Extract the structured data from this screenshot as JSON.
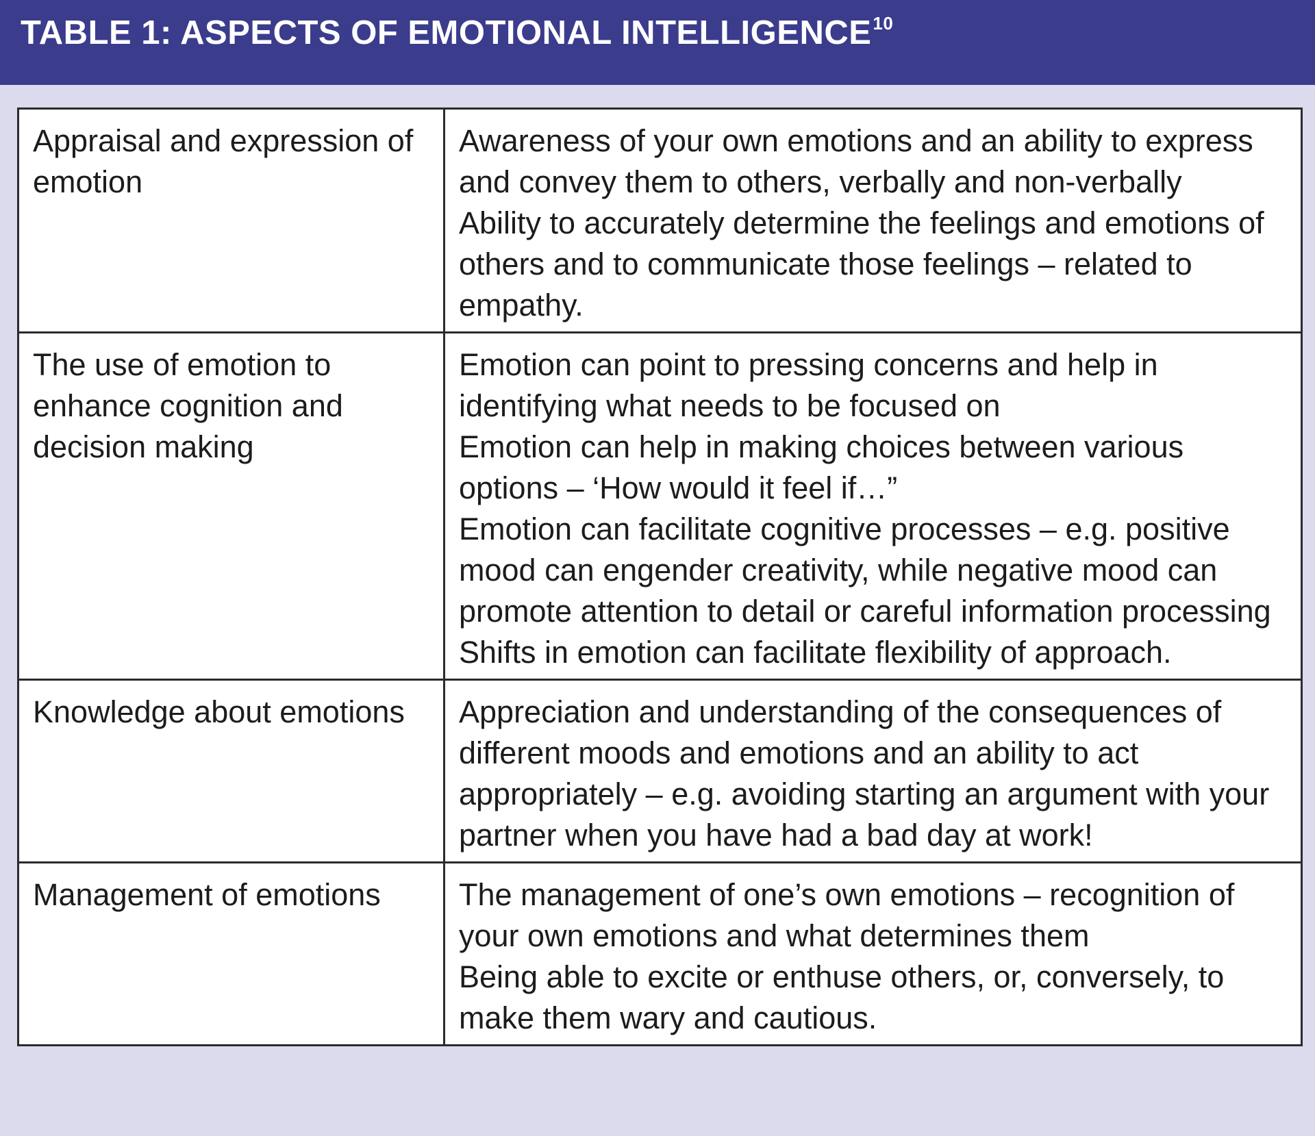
{
  "header": {
    "title": "TABLE 1: ASPECTS OF EMOTIONAL INTELLIGENCE",
    "title_superscript": "10"
  },
  "colors": {
    "header_background": "#3b3c8c",
    "page_background": "#dcdaed",
    "cell_background": "#ffffff",
    "border": "#2b2b2b"
  },
  "table": {
    "rows": [
      {
        "aspect": "Appraisal and expression of emotion",
        "description": [
          "Awareness of your own emotions and an ability to express  and convey them to others, verbally and non-verbally",
          "Ability to accurately determine the feelings and emotions of others and to communicate those feelings – related to empathy."
        ]
      },
      {
        "aspect": "The use of emotion to enhance cognition and decision making",
        "description": [
          "Emotion can point to pressing concerns and help in identifying what needs to be focused on",
          "Emotion can help in making choices between various options – ‘How would it feel if…”",
          "Emotion can facilitate cognitive processes – e.g. positive mood can engender creativity, while negative mood can promote attention to detail or careful information processing",
          "Shifts in emotion can facilitate flexibility of approach."
        ]
      },
      {
        "aspect": "Knowledge about emotions",
        "description": [
          "Appreciation and understanding of the consequences of different moods and emotions and an ability to act appropriately – e.g. avoiding starting an argument with your partner when you have had a bad day at work!"
        ]
      },
      {
        "aspect": "Management of emotions",
        "description": [
          "The management of one’s own emotions – recognition of your own emotions and what determines them",
          "Being able to excite or enthuse others, or, conversely, to make them wary and cautious."
        ]
      }
    ]
  }
}
